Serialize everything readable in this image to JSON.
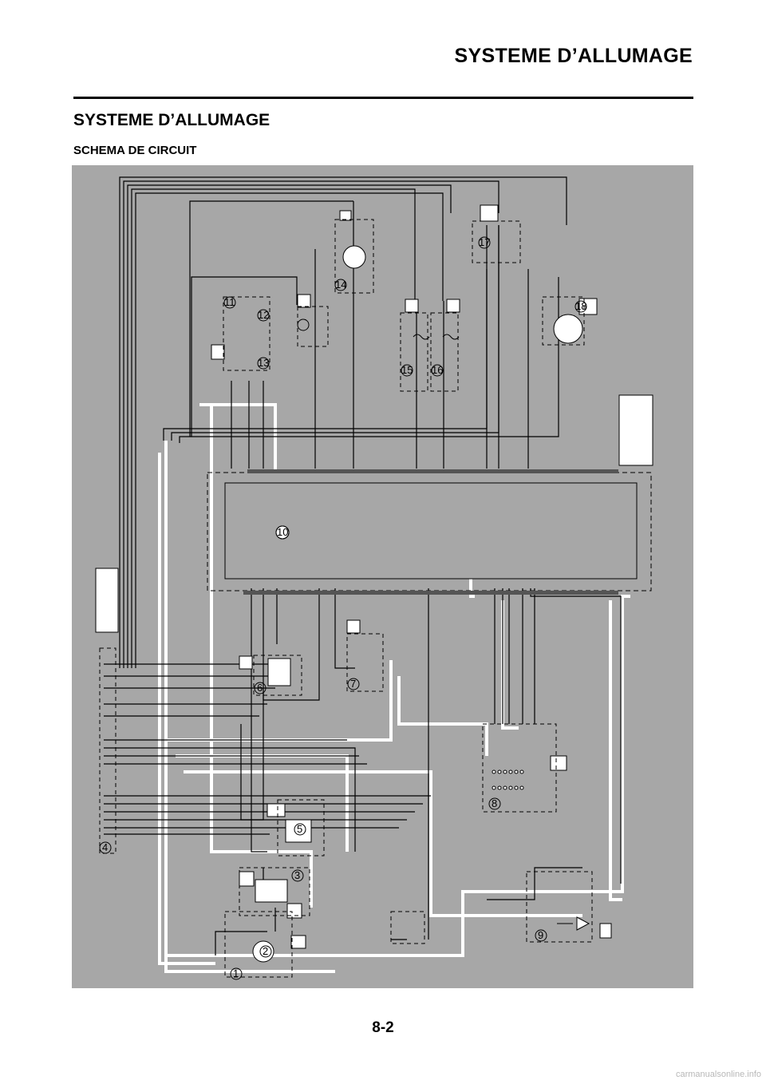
{
  "header": {
    "title": "SYSTEME D’ALLUMAGE"
  },
  "section": {
    "title": "SYSTEME D’ALLUMAGE",
    "subtitle": "SCHEMA DE CIRCUIT"
  },
  "diagram": {
    "components": [
      "1",
      "2",
      "3",
      "4",
      "5",
      "6",
      "7",
      "8",
      "9",
      "10",
      "11",
      "12",
      "13",
      "14",
      "15",
      "16",
      "17",
      "18"
    ]
  },
  "footer": {
    "page": "8-2",
    "watermark": "carmanualsonline.info"
  }
}
